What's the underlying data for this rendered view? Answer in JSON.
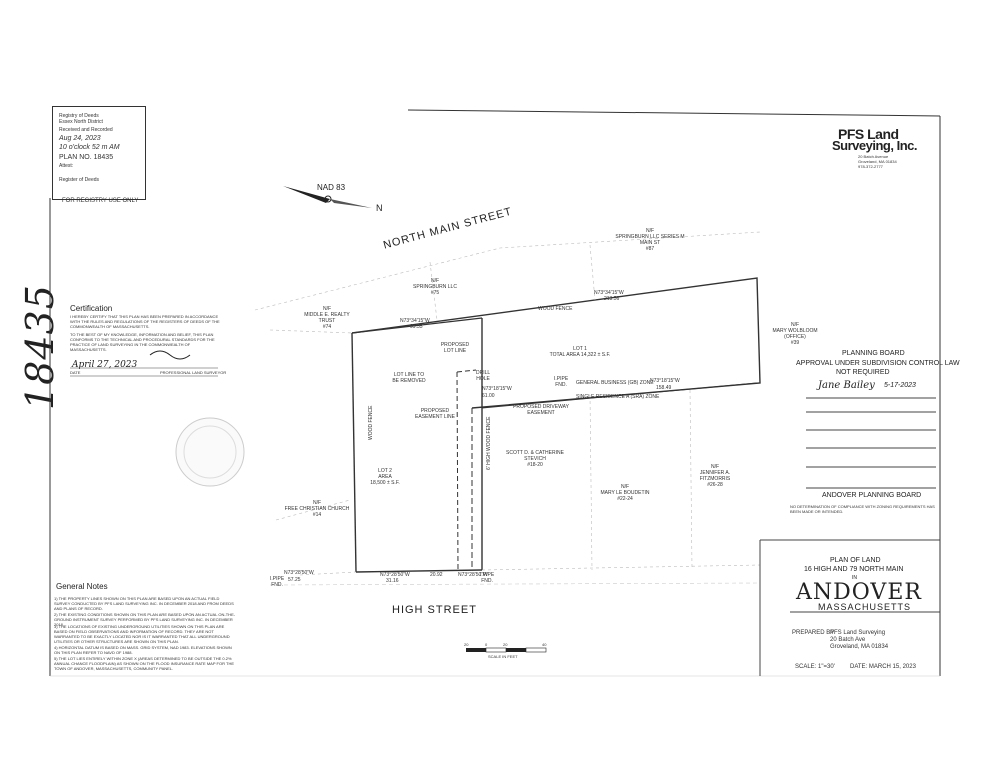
{
  "stamp": {
    "lines": [
      "Registry of Deeds",
      "Essex North District",
      "Received and Recorded",
      "Aug 24, 2023",
      "10 o'clock 52 m AM",
      "PLAN NO. 18435",
      "Attest:",
      "Register of Deeds"
    ],
    "registry_use": "FOR REGISTRY USE ONLY"
  },
  "handwritten_number": "18435",
  "company": {
    "name_line1": "PFS Land",
    "name_line2": "Surveying, Inc.",
    "addr": "20 Batch Avenue\nGroveland, MA 01834\n978-372-2777"
  },
  "north": {
    "datum": "NAD 83",
    "letter": "N"
  },
  "streets": {
    "north_main": "NORTH MAIN STREET",
    "high": "HIGH STREET"
  },
  "certification": {
    "title": "Certification",
    "p1": "I HEREBY CERTIFY THAT THIS PLAN HAS BEEN PREPARED IN ACCORDANCE WITH THE RULES AND REGULATIONS OF THE REGISTERS OF DEEDS OF THE COMMONWEALTH OF MASSACHUSETTS.",
    "p2": "TO THE BEST OF MY KNOWLEDGE, INFORMATION AND BELIEF, THIS PLAN CONFORMS TO THE TECHNICAL AND PROCEDURAL STANDARDS FOR THE PRACTICE OF LAND SURVEYING IN THE COMMONWEALTH OF MASSACHUSETTS.",
    "date": "April 27, 2023",
    "date_label": "DATE",
    "surveyor_label": "PROFESSIONAL LAND SURVEYOR"
  },
  "planning_board": {
    "title": "PLANNING BOARD",
    "line2": "APPROVAL UNDER SUBDIVISION CONTROL LAW",
    "line3": "NOT REQUIRED",
    "signature": "Jane Bailey",
    "sig_date": "5-17-2023",
    "board_name": "ANDOVER PLANNING BOARD",
    "note": "NO DETERMINATION OF COMPLIANCE WITH ZONING REQUIREMENTS HAS BEEN MADE OR INTENDED."
  },
  "plan_title": {
    "line1": "PLAN OF LAND",
    "line2": "16 HIGH AND 79 NORTH MAIN",
    "line3": "IN",
    "town": "ANDOVER",
    "state": "MASSACHUSETTS"
  },
  "prepared_by": {
    "label": "PREPARED BY:",
    "name": "PFS Land Surveying",
    "addr1": "20 Batch Ave",
    "addr2": "Groveland, MA 01834"
  },
  "scale": "SCALE: 1\"=30'",
  "date": "DATE: MARCH 15, 2023",
  "scale_bar": {
    "ticks": [
      "20",
      "0",
      "20",
      "40"
    ],
    "label": "SCALE IN FEET"
  },
  "general_notes": {
    "title": "General Notes",
    "items": [
      "1) THE PROPERTY LINES SHOWN ON THIS PLAN ARE BASED UPON AN ACTUAL FIELD SURVEY CONDUCTED BY PFS LAND SURVEYING INC. IN DECEMBER 2018 AND FROM DEEDS AND PLANS OF RECORD.",
      "2) THE EXISTING CONDITIONS SHOWN ON THIS PLAN ARE BASED UPON AN ACTUAL ON-THE-GROUND INSTRUMENT SURVEY PERFORMED BY PFS LAND SURVEYING INC. IN DECEMBER 2018.",
      "3) THE LOCATIONS OF EXISTING UNDERGROUND UTILITIES SHOWN ON THIS PLAN ARE BASED ON FIELD OBSERVATIONS AND INFORMATION OF RECORD. THEY ARE NOT WARRANTED TO BE EXACTLY LOCATED NOR IS IT WARRANTED THAT ALL UNDERGROUND UTILITIES OR OTHER STRUCTURES ARE SHOWN ON THIS PLAN.",
      "4) HORIZONTAL DATUM IS BASED ON MASS. GRID SYSTEM, NAD 1983. ELEVATIONS SHOWN ON THIS PLAN REFER TO NAVD OF 1988.",
      "5) THE LOT LIES ENTIRELY WITHIN ZONE X (AREAS DETERMINED TO BE OUTSIDE THE 0.2% ANNUAL CHANCE FLOODPLAIN) AS SHOWN ON THE FLOOD INSURANCE RATE MAP FOR THE TOWN OF ANDOVER, MASSACHUSETTS, COMMUNITY PANEL."
    ]
  },
  "owners": {
    "middle": "N/F\nMIDDLE E. REALTY\nTRUST\n#74",
    "springbrun1": "N/F\nSPRINGBURN LLC\n#75",
    "springbrun2": "N/F\nSPRINGBURN LLC SERIES M\nMAIN ST\n#87",
    "wonbloom": "N/F\nMARY WOLBLOOM\n(OFFICE)\n#39",
    "christian": "N/F\nFREE CHRISTIAN CHURCH\n#14",
    "scott": "SCOTT D. & CATHERINE\nSTEVICH\n#18-20",
    "mary": "N/F\nMARY LE BOUDETIN\n#22-24",
    "jennifer": "N/F\nJENNIFER A.\nFITZMORRIS\n#26-28"
  },
  "lots": {
    "lot1": "LOT 1\nTOTAL AREA 14,322 ± S.F.",
    "lot2": "LOT 2\nAREA\n18,500 ± S.F."
  },
  "labels": {
    "wood_fence_top": "WOOD FENCE",
    "wood_fence_left": "WOOD FENCE",
    "hwood_fence": "6' HIGH WOOD FENCE",
    "proposed_lot_line": "PROPOSED\nLOT LINE",
    "lot_line_removed": "LOT LINE TO\nBE REMOVED",
    "proposed_easement": "PROPOSED\nEASEMENT LINE",
    "proposed_driveway": "PROPOSED DRIVEWAY\nEASEMENT",
    "zone_gb": "GENERAL BUSINESS (GB) ZONE",
    "zone_sr": "SINGLE RESIDENCE A (SRA) ZONE",
    "b_top1": "N73°34'15\"W",
    "b_top1_d": "99.35",
    "b_top2": "N73°34'15\"W",
    "b_top2_d": "213.56",
    "b_mid1": "N73°18'15\"W",
    "b_mid1_d": "61.00",
    "b_mid2": "N73°18'15\"W",
    "b_mid2_d": "158.49",
    "b_bot1": "N73°28'50\"W",
    "b_bot1_d": "31.16",
    "b_bot2": "N73°28'50\"W",
    "b_bot2_d": "20.92",
    "b_bot3": "N73°28'50\"W",
    "b_bot3_d": "57.25",
    "ipf": "I.PIPE\nFND.",
    "drill": "DRILL\nHOLE"
  }
}
